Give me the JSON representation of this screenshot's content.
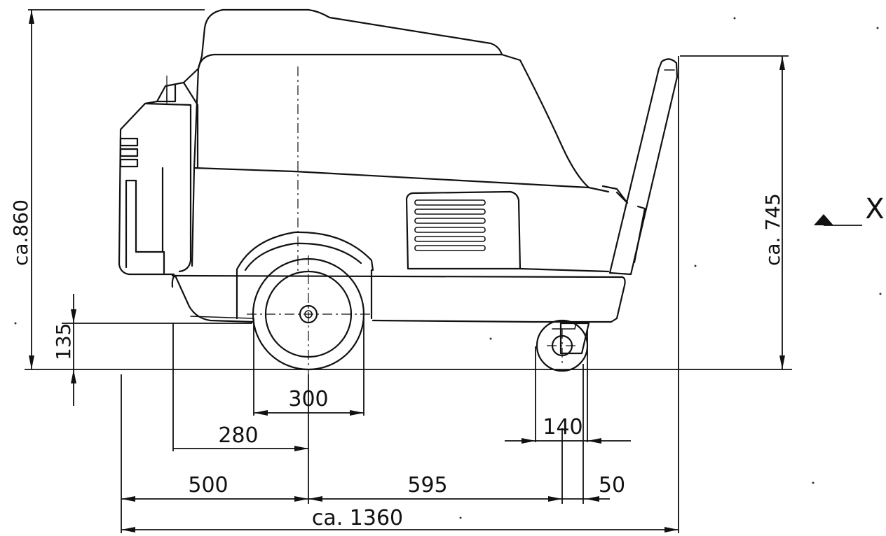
{
  "dimensions": {
    "overall_height": "ca.860",
    "handle_height": "ca. 745",
    "ground_clearance": "135",
    "wheel_diameter": "300",
    "front_to_axle": "280",
    "rear_to_axle": "500",
    "axle_to_caster": "595",
    "caster_width": "140",
    "caster_offset": "50",
    "overall_length": "ca. 1360"
  },
  "view_marker": {
    "label": "X"
  }
}
